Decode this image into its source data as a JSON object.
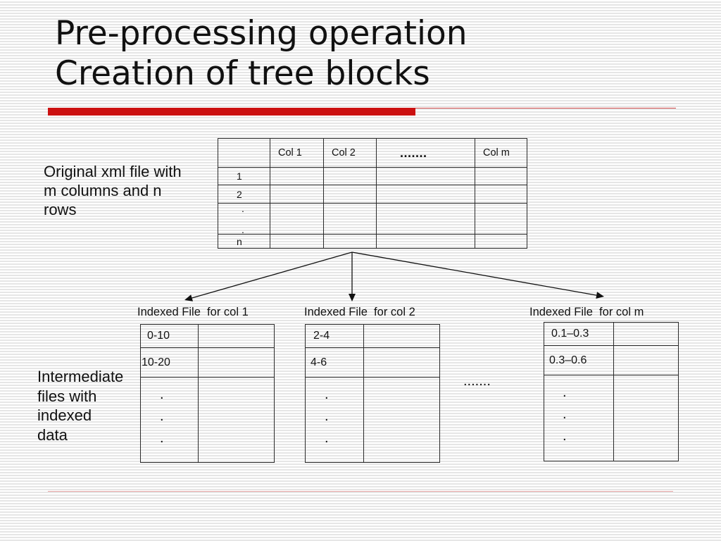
{
  "title_lines": [
    "Pre-processing operation",
    "Creation of tree blocks"
  ],
  "accent_color": "#cc1111",
  "original": {
    "description_lines": [
      "Original xml file with",
      "m columns and n",
      "rows"
    ],
    "header": [
      "",
      "Col 1",
      "Col 2",
      ".......",
      "Col m"
    ],
    "rows": [
      [
        "1"
      ],
      [
        "2"
      ],
      [
        ".",
        "."
      ],
      [
        "n"
      ]
    ]
  },
  "indexed_files": [
    {
      "label": "Indexed File  for col 1",
      "ranges": [
        "0-10",
        "10-20"
      ],
      "continuation": [
        ".",
        ".",
        "."
      ]
    },
    {
      "label": "Indexed File  for col 2",
      "ranges": [
        "2-4",
        "4-6"
      ],
      "continuation": [
        ".",
        ".",
        "."
      ]
    },
    {
      "label": "Indexed File  for col m",
      "ranges": [
        "0.1–0.3",
        "0.3–0.6"
      ],
      "continuation": [
        ".",
        ".",
        "."
      ]
    }
  ],
  "between_files_ellipsis": ".......",
  "intermediate": {
    "description_lines": [
      "Intermediate",
      "files with",
      "indexed",
      "data"
    ]
  }
}
